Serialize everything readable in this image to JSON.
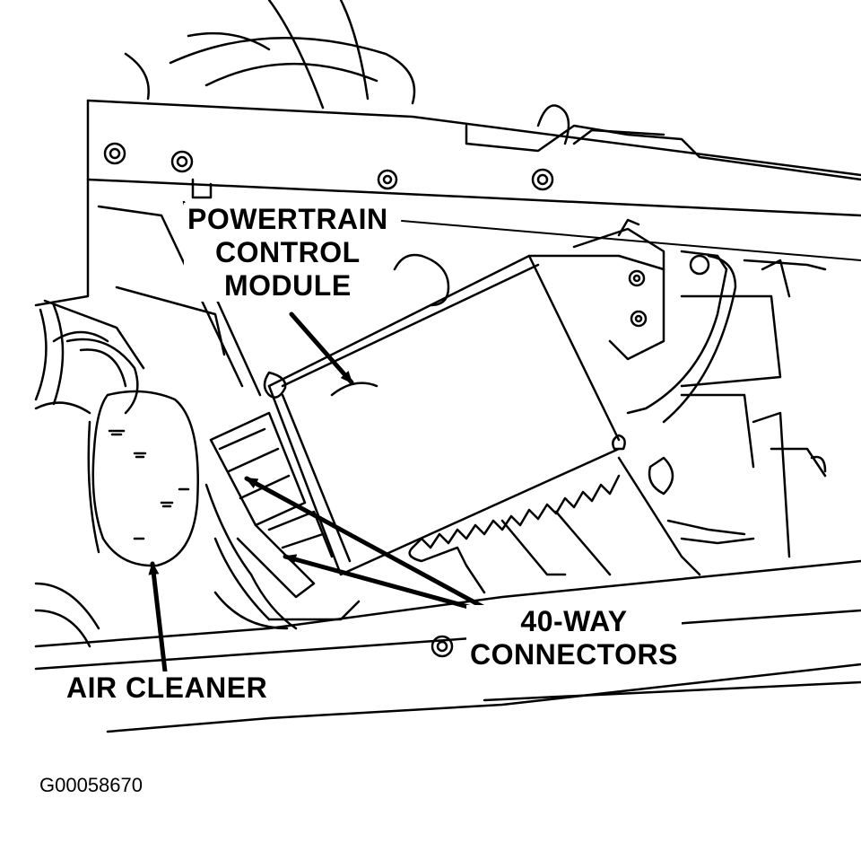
{
  "labels": {
    "pcm": [
      "POWERTRAIN",
      "CONTROL",
      "MODULE"
    ],
    "connectors": [
      "40-WAY",
      "CONNECTORS"
    ],
    "air_cleaner": "AIR CLEANER"
  },
  "figure_id": "G00058670",
  "colors": {
    "ink": "#000000",
    "paper": "#ffffff"
  }
}
